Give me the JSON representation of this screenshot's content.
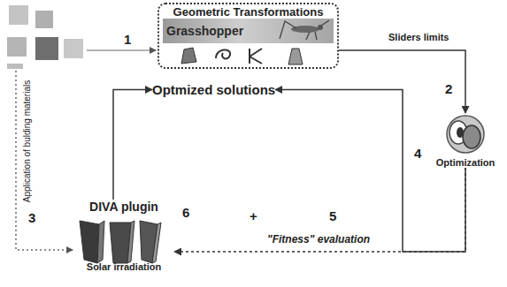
{
  "diagram": {
    "nodes": [
      {
        "text": [
          "Geometric Transformations"
        ]
      },
      {
        "text": [
          "Grasshopper"
        ],
        "in": 0
      },
      {
        "text": [
          "Optimization"
        ]
      },
      {
        "text": [
          "Optmized solutions"
        ]
      },
      {
        "text": [
          "DIVA plugin",
          "Solar irradiation"
        ]
      }
    ],
    "edges": [
      {
        "from": 0,
        "to": 2,
        "arrow": "to",
        "label": "Sliders limits"
      },
      {
        "from": 2,
        "to": 4,
        "arrow": "to",
        "label": "\"Fitness\" evaluation"
      },
      {
        "from": 2,
        "to": 3,
        "arrow": "to"
      },
      {
        "from": 4,
        "to": 3,
        "arrow": "to"
      }
    ],
    "labels": [
      "1",
      "2",
      "3",
      "4",
      "5",
      "6",
      "+",
      "Application of bulding materials"
    ]
  }
}
